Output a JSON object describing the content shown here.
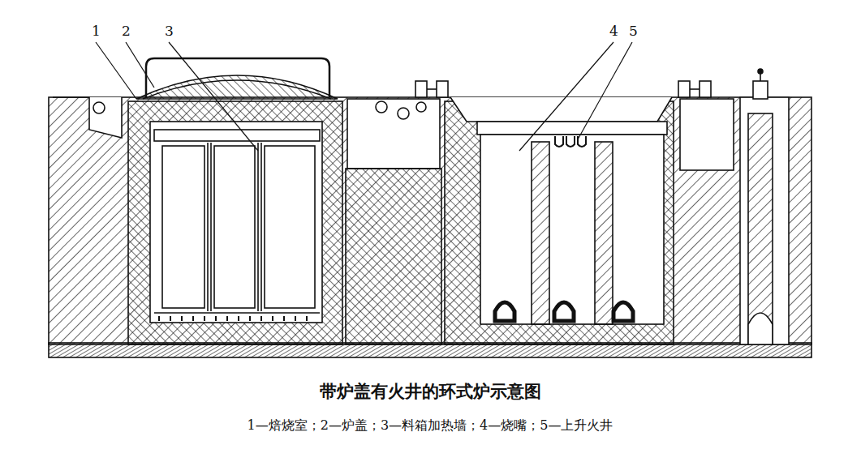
{
  "diagram": {
    "caption": "带炉盖有火井的环式炉示意图",
    "labels": [
      "1",
      "2",
      "3",
      "4",
      "5",
      "1—焙烧室；2—炉盖；3—料箱加热墙；4—烧嘴；5—上升火井"
    ]
  }
}
